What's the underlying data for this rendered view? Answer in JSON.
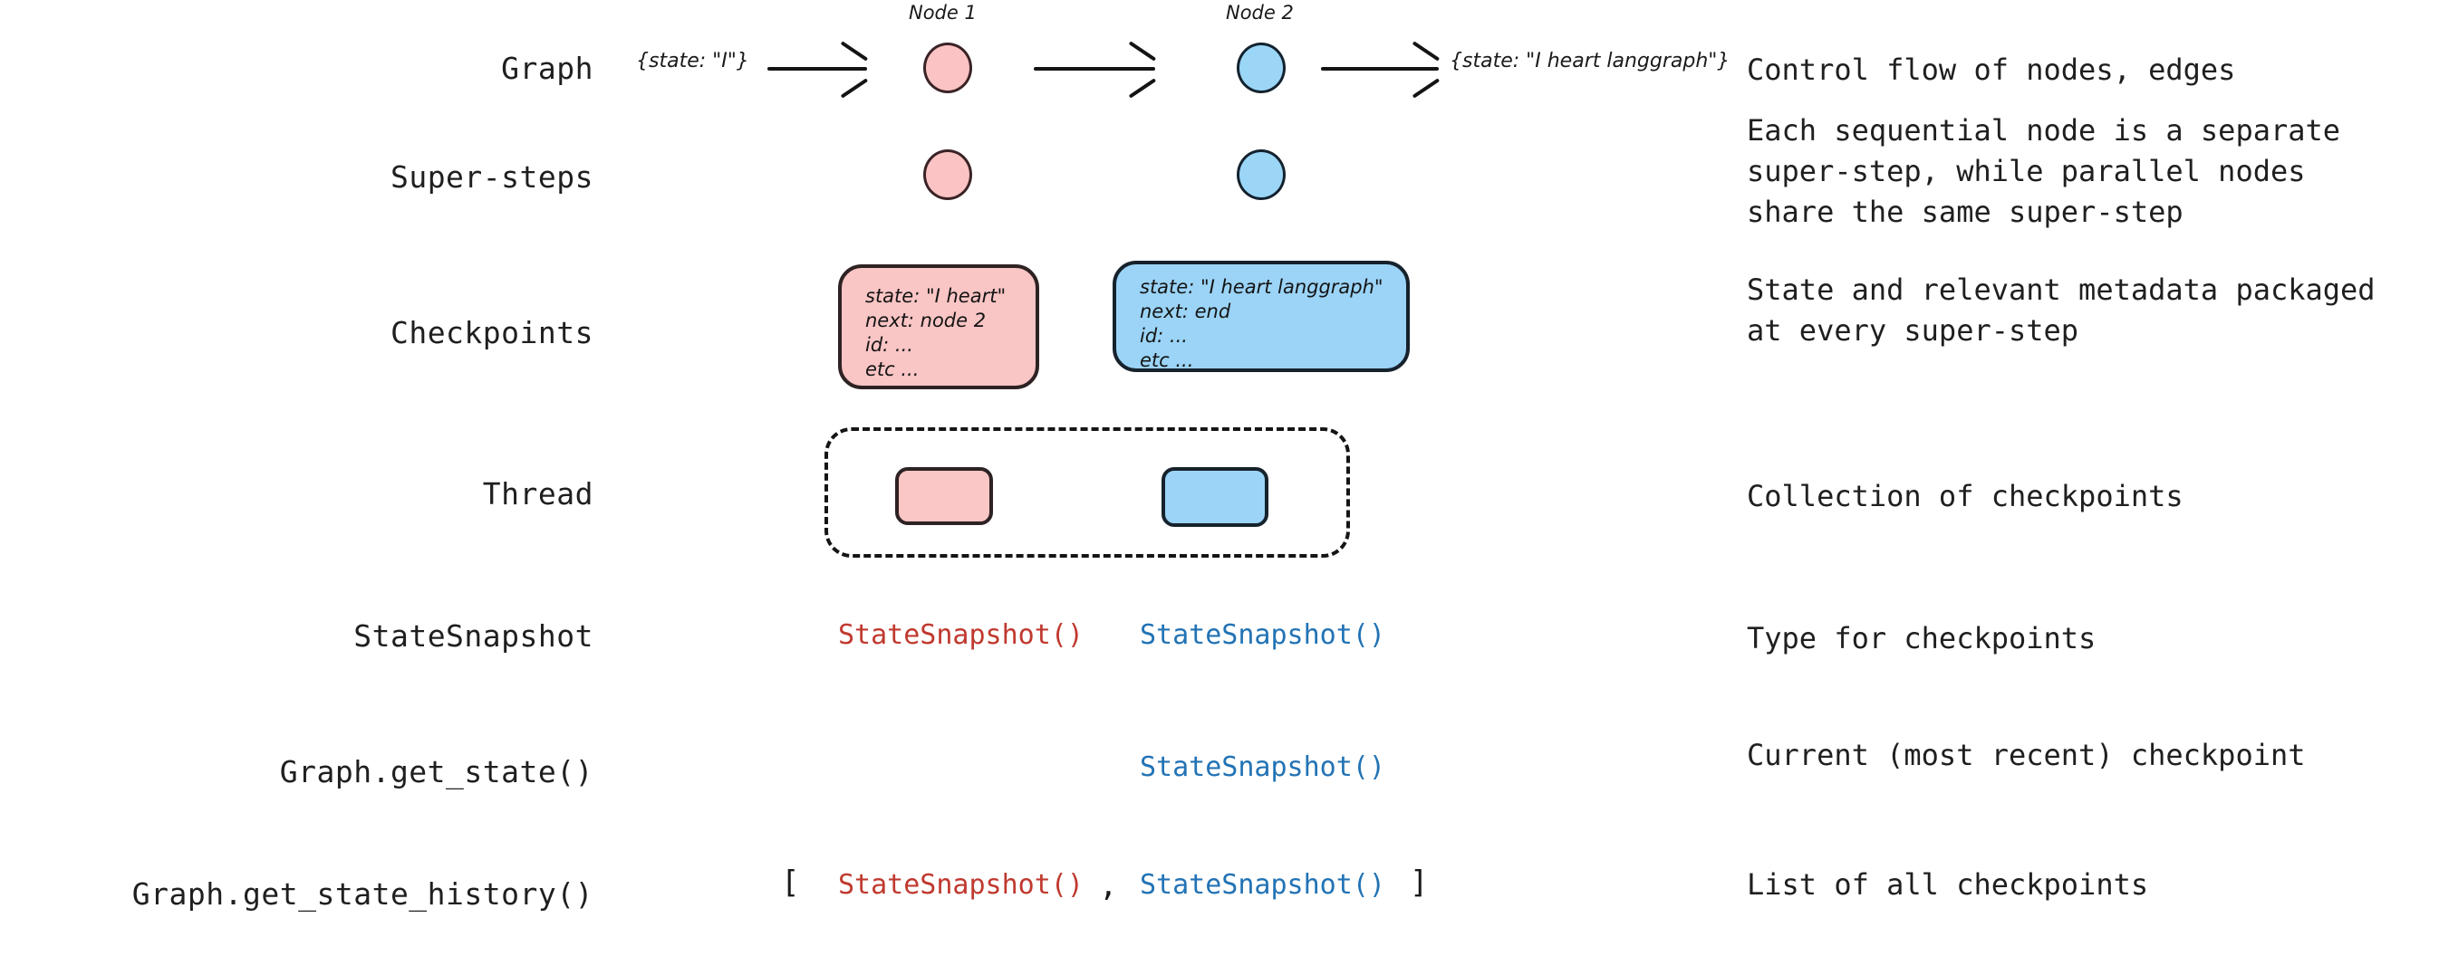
{
  "colors": {
    "pink_fill": "#fbc3c3",
    "blue_fill": "#9bd6f7",
    "snapshot_red": "#c0392f",
    "snapshot_blue": "#2273b5",
    "outline": "#1a1a1a",
    "background": "#ffffff"
  },
  "rows": [
    {
      "label": "Graph",
      "description": "Control flow of nodes, edges"
    },
    {
      "label": "Super-steps",
      "description": "Each sequential node is a separate\nsuper-step, while parallel nodes\nshare the same super-step"
    },
    {
      "label": "Checkpoints",
      "description": "State and relevant metadata packaged\nat every super-step"
    },
    {
      "label": "Thread",
      "description": "Collection of checkpoints"
    },
    {
      "label": "StateSnapshot",
      "description": "Type for checkpoints"
    },
    {
      "label": "Graph.get_state()",
      "description": "Current (most recent) checkpoint"
    },
    {
      "label": "Graph.get_state_history()",
      "description": "List of all checkpoints"
    }
  ],
  "graph_row": {
    "input_state_label": "{state: \"I\"}",
    "node1_label": "Node 1",
    "node2_label": "Node 2",
    "output_state_label": "{state: \"I heart langgraph\"}"
  },
  "checkpoints": {
    "checkpoint1": {
      "lines": [
        "state: \"I heart\"",
        "next: node 2",
        "id: ...",
        "etc ..."
      ]
    },
    "checkpoint2": {
      "lines": [
        "state: \"I heart langgraph\"",
        "next: end",
        "id: ...",
        "etc ..."
      ]
    }
  },
  "statesnapshot_row": {
    "snapshot1": "StateSnapshot()",
    "snapshot2": "StateSnapshot()"
  },
  "get_state_row": {
    "snapshot": "StateSnapshot()"
  },
  "get_state_history_row": {
    "open_bracket": "[",
    "snapshot1": "StateSnapshot()",
    "comma": ",",
    "snapshot2": "StateSnapshot()",
    "close_bracket": "]"
  }
}
